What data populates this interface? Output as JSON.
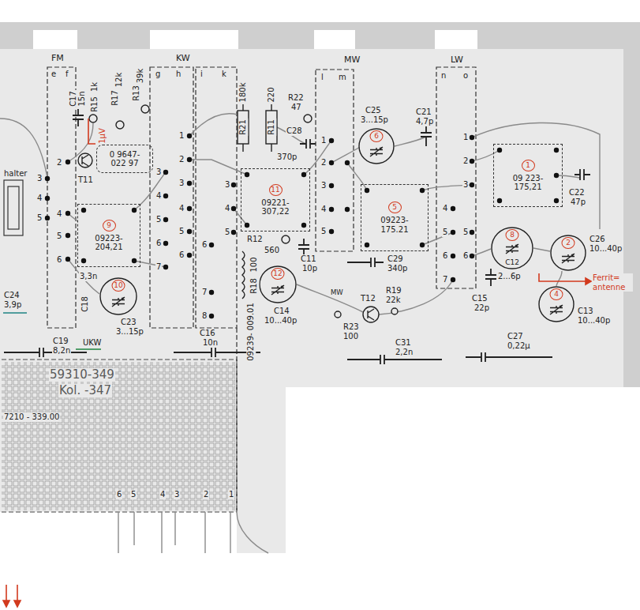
{
  "diagram": {
    "nodes": [
      {
        "text": [
          "0 9647- 022 97"
        ]
      },
      {
        "text": [
          "6"
        ]
      },
      {
        "text": [
          "1",
          "09 223- 175,21"
        ]
      },
      {
        "text": [
          "11",
          "09221- 307,22"
        ]
      },
      {
        "text": [
          "5",
          "09223- 175.21"
        ]
      },
      {
        "text": [
          "9",
          "09223- 204,21"
        ]
      },
      {
        "text": [
          "10"
        ]
      },
      {
        "text": [
          "12"
        ]
      },
      {
        "text": [
          "8",
          "C12"
        ]
      },
      {
        "text": [
          "2"
        ]
      },
      {
        "text": [
          "4"
        ]
      }
    ],
    "labels": [
      "FM",
      "e",
      "f",
      "KW",
      "g",
      "h",
      "i",
      "k",
      "MW",
      "l",
      "m",
      "LW",
      "n",
      "o",
      "C17",
      "15n",
      "R15",
      "1k",
      "1µV",
      "R17",
      "12k",
      "R13",
      "39k",
      "T11",
      "halter",
      "3",
      "4",
      "5",
      "2",
      "4",
      "5",
      "6",
      "1",
      "2",
      "3",
      "3",
      "4",
      "4",
      "5",
      "5",
      "6",
      "6",
      "7",
      "3",
      "4",
      "5",
      "6",
      "7",
      "8",
      "1",
      "2",
      "3",
      "4",
      "5",
      "1",
      "2",
      "3",
      "4",
      "5",
      "5",
      "6",
      "6",
      "7",
      "C24",
      "3,9p",
      "3,3n",
      "C18",
      "C23",
      "3...15p",
      "UKW",
      "C19",
      "8,2n",
      "C16",
      "10n",
      "R21",
      "180k",
      "R11",
      "220",
      "R22",
      "47",
      "C28",
      "370p",
      "R12",
      "560",
      "R18",
      "100",
      "09239- 009.01",
      "C11",
      "10p",
      "C14",
      "10...40p",
      "MW",
      "T12",
      "R19",
      "22k",
      "R23",
      "100",
      "C31",
      "2,2n",
      "C25",
      "3...15p",
      "C21",
      "4,7p",
      "C29",
      "340p",
      "C15",
      "22p",
      "C22",
      "47p",
      "2...6p",
      "C26",
      "10...40p",
      "C13",
      "10...40p",
      "C27",
      "0,22µ",
      "Ferrit= antenne",
      "59310-349",
      "Kol. -347",
      "7210 - 339.00",
      "6",
      "5",
      "4",
      "3",
      "2",
      "1"
    ]
  }
}
